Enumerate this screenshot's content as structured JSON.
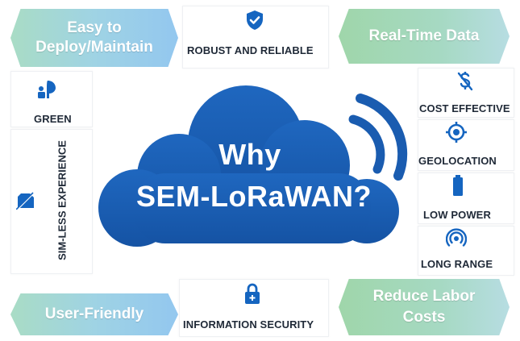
{
  "title_line1": "Why",
  "title_line2": "SEM-LoRaWAN?",
  "pills": {
    "top_left": "Easy to Deploy/Maintain",
    "top_right": "Real-Time Data",
    "bottom_left": "User-Friendly",
    "bottom_right": "Reduce Labor Costs"
  },
  "features": {
    "robust": "ROBUST AND RELIABLE",
    "green": "GREEN",
    "simless": "SIM-LESS EXPERIENCE",
    "cost": "COST EFFECTIVE",
    "geolocation": "GEOLOCATION",
    "lowpower": "LOW POWER",
    "longrange": "LONG RANGE",
    "security": "INFORMATION SECURITY"
  },
  "icons": {
    "robust": "shield-check-icon",
    "green": "eco-person-icon",
    "simless": "no-sim-icon",
    "cost": "money-off-icon",
    "geolocation": "target-location-icon",
    "lowpower": "battery-icon",
    "longrange": "signal-broadcast-icon",
    "security": "lock-icon"
  },
  "colors": {
    "cloud": "#1a5cb0",
    "icon": "#1565c0",
    "text": "#1f2937"
  }
}
